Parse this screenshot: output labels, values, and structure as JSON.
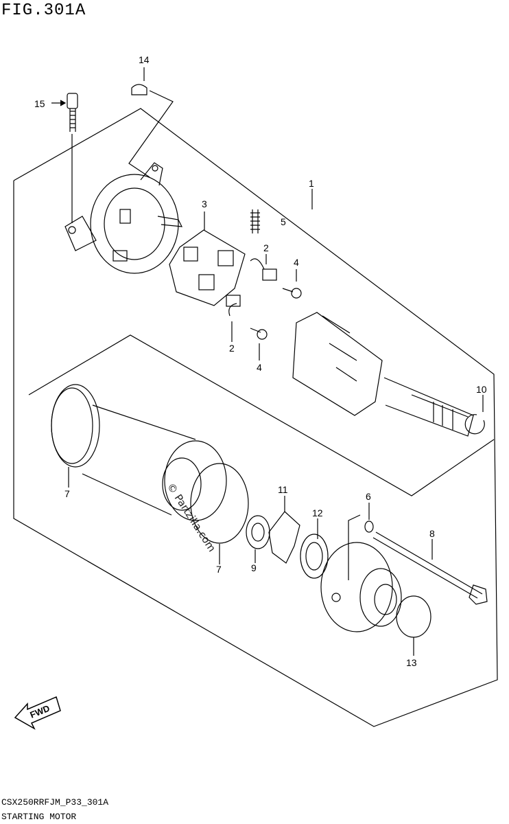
{
  "figure_title": "FIG.301A",
  "callouts": [
    "14",
    "15",
    "1",
    "3",
    "5",
    "2",
    "4",
    "2",
    "4",
    "10",
    "7",
    "7",
    "9",
    "11",
    "12",
    "6",
    "8",
    "13"
  ],
  "watermark": "© Partzilla.com",
  "fwd_label": "FWD",
  "diagram_code": "CSX250RRFJM_P33_301A",
  "caption": "STARTING MOTOR"
}
